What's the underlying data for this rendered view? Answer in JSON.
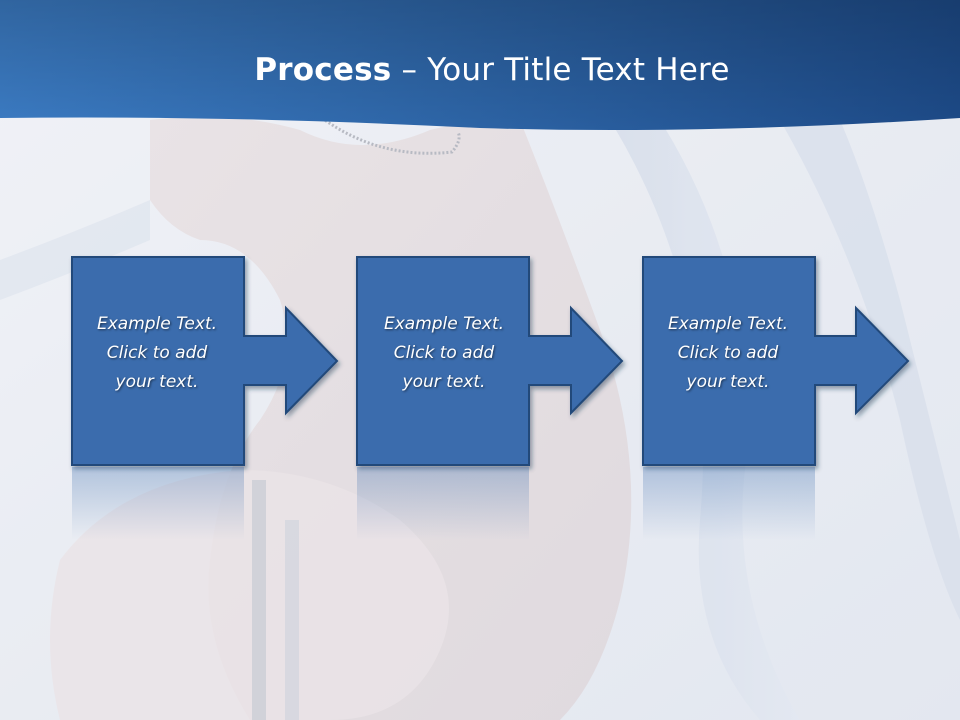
{
  "slide": {
    "title_bold": "Process",
    "title_rest": "– Your Title Text Here"
  },
  "steps": [
    {
      "lines": [
        "Example Text.",
        "Click  to add",
        "your text."
      ]
    },
    {
      "lines": [
        "Example Text.",
        "Click  to add",
        "your text."
      ]
    },
    {
      "lines": [
        "Example Text.",
        "Click  to add",
        "your text."
      ]
    }
  ],
  "colors": {
    "banner_dark": "#1f4e8a",
    "banner_light": "#3a7ac0",
    "box_fill": "#3a6cad",
    "box_border": "#23497a",
    "text": "#ffffff"
  },
  "icons": {
    "step_arrow": "right-arrow-icon"
  }
}
